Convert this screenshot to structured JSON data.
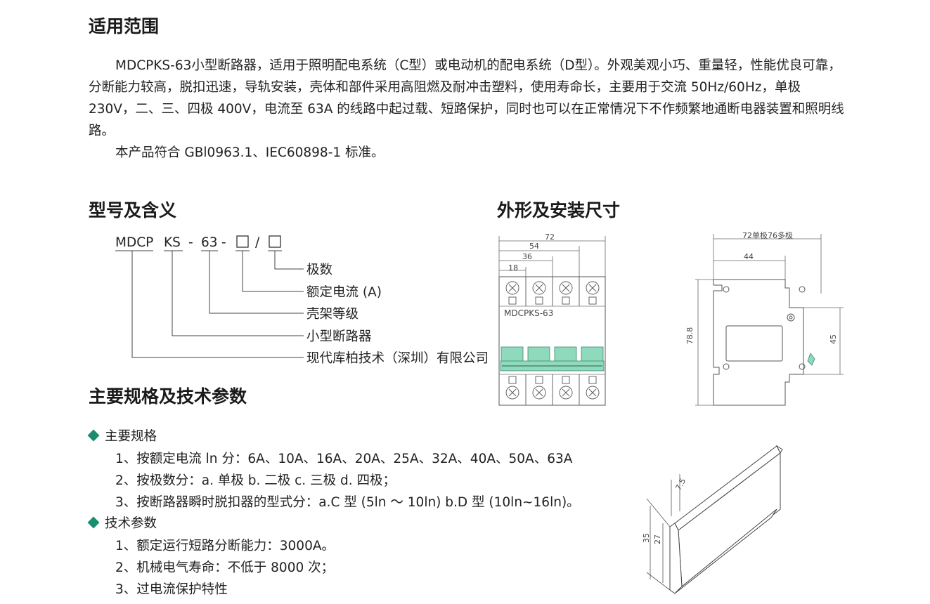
{
  "scope": {
    "heading": "适用范围",
    "paragraph1": "MDCPKS-63小型断路器，适用于照明配电系统（C型）或电动机的配电系统（D型）。外观美观小巧、重量轻，性能优良可靠，分断能力较高，脱扣迅速，导轨安装，壳体和部件采用高阻燃及耐冲击塑料，使用寿命长，主要用于交流 50Hz/60Hz，单极 230V，二、三、四极 400V，电流至 63A 的线路中起过载、短路保护，同时也可以在正常情况下不作频繁地通断电器装置和照明线路。",
    "paragraph2": "本产品符合 GBl0963.1、IEC60898-1 标准。"
  },
  "model": {
    "heading": "型号及含义",
    "code_parts": [
      "MDCP",
      "KS",
      "-",
      "63",
      "-",
      "□",
      "/",
      "□"
    ],
    "meanings": [
      "极数",
      "额定电流 (A)",
      "壳架等级",
      "小型断路器",
      "现代库柏技术（深圳）有限公司"
    ]
  },
  "dimensions": {
    "heading": "外形及安装尺寸",
    "front_dims": [
      "72",
      "54",
      "36",
      "18"
    ],
    "product_label": "MDCPKS-63",
    "side_top_label": "72单极76多极",
    "side_dim_44": "44",
    "side_dim_height": "78.8",
    "side_dim_45": "45",
    "rail_dims": [
      "7.5",
      "35",
      "27"
    ],
    "accent_color": "#8fd9bd"
  },
  "specs": {
    "heading": "主要规格及技术参数",
    "main_label": "主要规格",
    "main_items": [
      "1、按额定电流 ln 分：6A、10A、16A、20A、25A、32A、40A、50A、63A",
      "2、按极数分：a. 单极    b. 二极    c. 三极    d. 四极；",
      "3、按断路器瞬时脱扣器的型式分：a.C 型 (5ln ～ 10ln)    b.D 型 (10ln~16ln)。"
    ],
    "tech_label": "技术参数",
    "tech_items": [
      "1、额定运行短路分断能力：3000A。",
      "2、机械电气寿命：不低于 8000 次；",
      "3、过电流保护特性"
    ],
    "bullet_color": "#1a8d6e"
  }
}
